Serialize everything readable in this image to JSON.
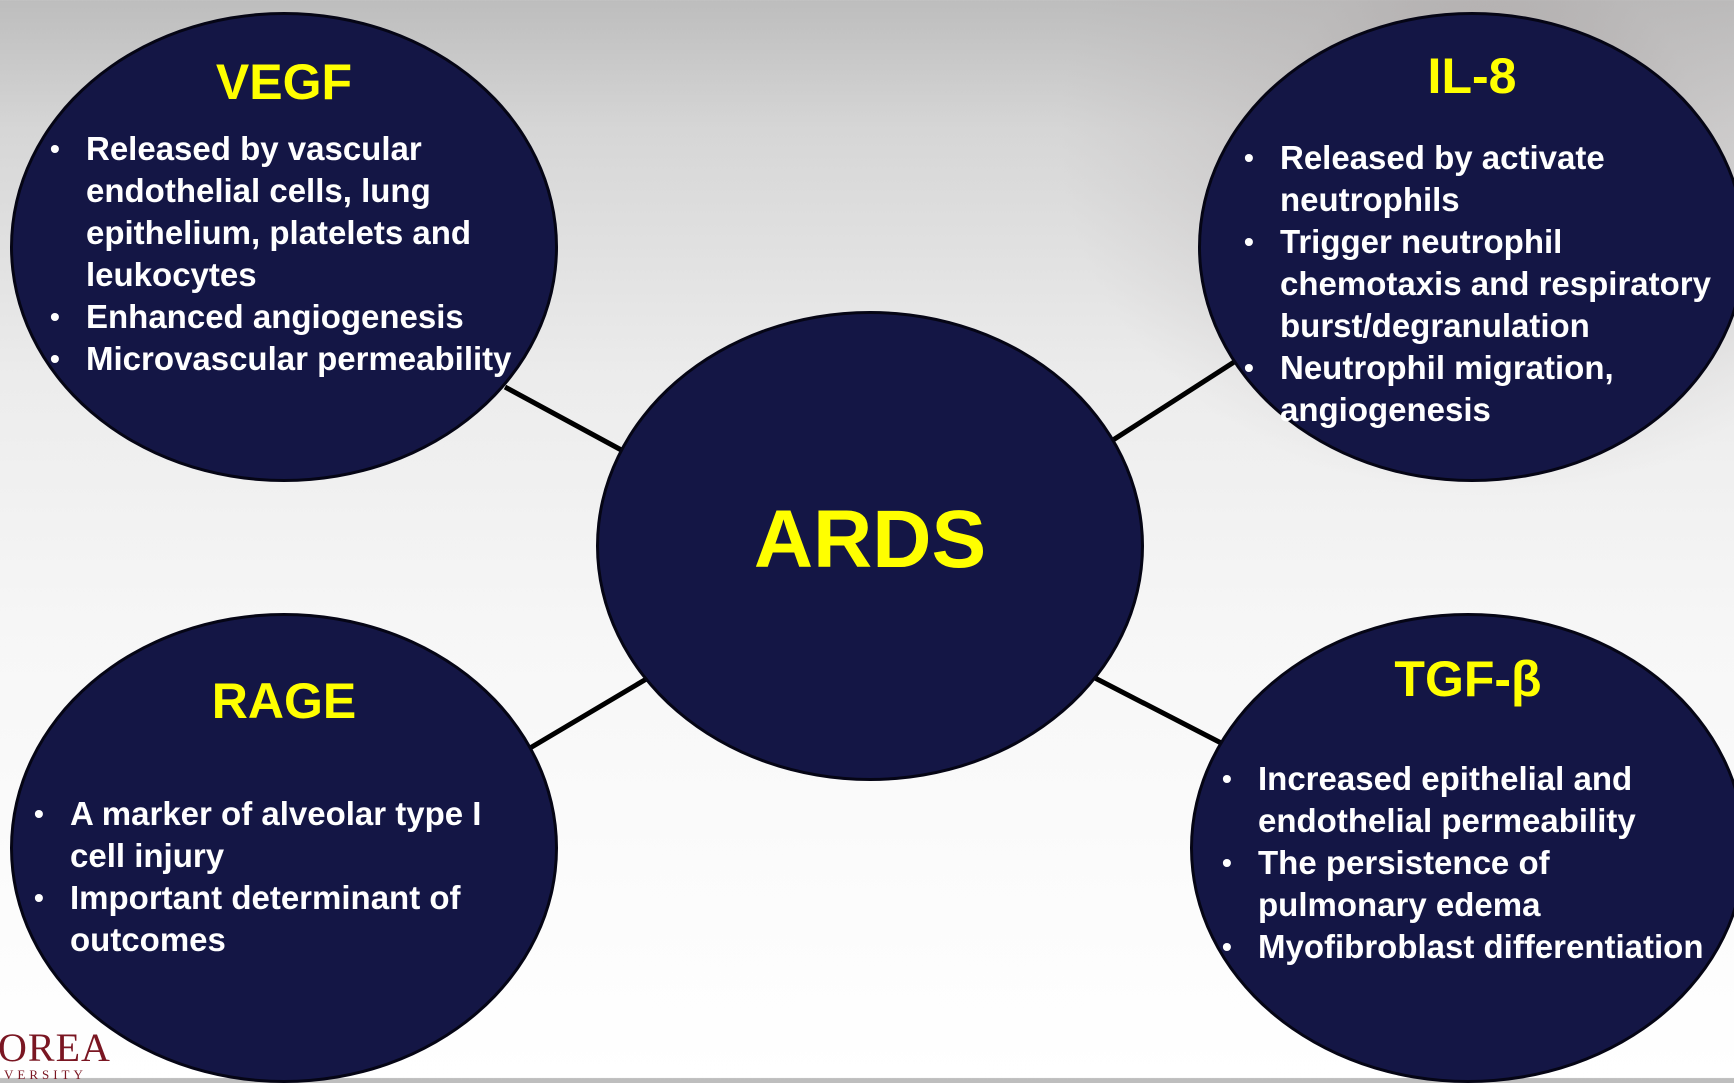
{
  "center": {
    "title": "ARDS"
  },
  "nodes": {
    "vegf": {
      "title": "VEGF",
      "items": [
        "Released by vascular endothelial cells, lung epithelium, platelets and leukocytes",
        "Enhanced angiogenesis",
        "Microvascular permeability"
      ]
    },
    "il8": {
      "title": "IL-8",
      "items": [
        "Released by activate neutrophils",
        "Trigger neutrophil chemotaxis and respiratory burst/degranulation",
        "Neutrophil migration, angiogenesis"
      ]
    },
    "rage": {
      "title": "RAGE",
      "items": [
        "A marker of alveolar type I cell injury",
        "Important determinant of outcomes"
      ]
    },
    "tgfb": {
      "title": "TGF-β",
      "items": [
        "Increased epithelial and endothelial permeability",
        "The persistence of pulmonary edema",
        "Myofibroblast differentiation"
      ]
    }
  },
  "logo": {
    "big": "OREA",
    "small": "VERSITY"
  },
  "colors": {
    "bubble_fill": "#141645",
    "title": "#ffff00",
    "text": "#ffffff",
    "logo": "#7a1622"
  }
}
